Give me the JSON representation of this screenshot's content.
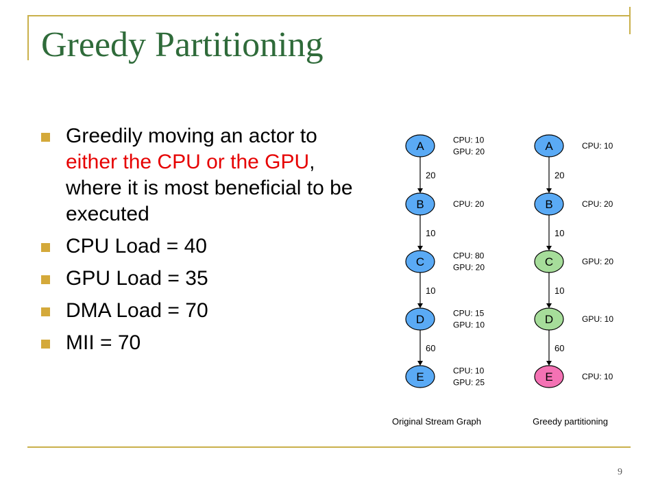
{
  "title": "Greedy Partitioning",
  "bullets": {
    "b1": {
      "pre": "Greedily moving an actor to ",
      "highlight": "either the CPU or the GPU",
      "post": ", where it is most beneficial to be executed"
    },
    "b2": "CPU Load = 40",
    "b3": "GPU Load = 35",
    "b4": "DMA Load = 70",
    "b5": "MII = 70"
  },
  "graphs": [
    {
      "caption": "Original Stream Graph",
      "nodes": [
        {
          "id": "A",
          "labels": [
            "CPU: 10",
            "GPU: 20"
          ],
          "color": "#5aaaf5"
        },
        {
          "id": "B",
          "labels": [
            "CPU: 20"
          ],
          "color": "#5aaaf5"
        },
        {
          "id": "C",
          "labels": [
            "CPU: 80",
            "GPU: 20"
          ],
          "color": "#5aaaf5"
        },
        {
          "id": "D",
          "labels": [
            "CPU: 15",
            "GPU: 10"
          ],
          "color": "#5aaaf5"
        },
        {
          "id": "E",
          "labels": [
            "CPU: 10",
            "GPU: 25"
          ],
          "color": "#5aaaf5"
        }
      ],
      "edges": [
        "20",
        "10",
        "10",
        "60"
      ]
    },
    {
      "caption": "Greedy partitioning",
      "nodes": [
        {
          "id": "A",
          "labels": [
            "CPU: 10"
          ],
          "color": "#5aaaf5"
        },
        {
          "id": "B",
          "labels": [
            "CPU: 20"
          ],
          "color": "#5aaaf5"
        },
        {
          "id": "C",
          "labels": [
            "GPU: 20"
          ],
          "color": "#a6dd9a"
        },
        {
          "id": "D",
          "labels": [
            "GPU: 10"
          ],
          "color": "#a6dd9a"
        },
        {
          "id": "E",
          "labels": [
            "CPU: 10"
          ],
          "color": "#f472b4"
        }
      ],
      "edges": [
        "20",
        "10",
        "10",
        "60"
      ]
    }
  ],
  "page_number": "9"
}
